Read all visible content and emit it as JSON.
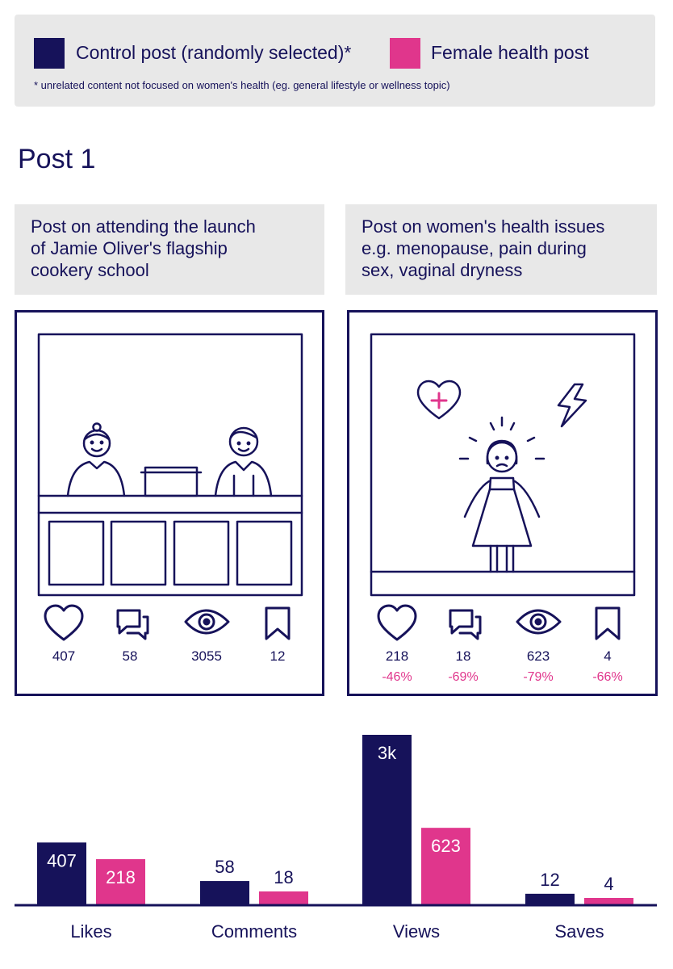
{
  "legend": {
    "control_label": "Control post (randomly selected)*",
    "female_label": "Female health post",
    "footnote": "* unrelated content not focused on women's health (eg. general lifestyle or wellness topic)",
    "control_color": "#16125a",
    "female_color": "#e0368c"
  },
  "post_title": "Post 1",
  "control_card": {
    "description_lines": [
      "Post on attending the launch",
      "of Jamie Oliver's flagship",
      "cookery school"
    ],
    "likes": "407",
    "comments": "58",
    "views": "3055",
    "saves": "12"
  },
  "female_card": {
    "description_lines": [
      "Post on women's health issues",
      "e.g. menopause, pain during",
      "sex, vaginal dryness"
    ],
    "likes": "218",
    "comments": "18",
    "views": "623",
    "saves": "4",
    "likes_change": "-46%",
    "comments_change": "-69%",
    "views_change": "-79%",
    "saves_change": "-66%"
  },
  "icons": [
    "heart-icon",
    "comment-icon",
    "eye-icon",
    "bookmark-icon"
  ],
  "chart_data": {
    "type": "bar",
    "categories": [
      "Likes",
      "Comments",
      "Views",
      "Saves"
    ],
    "series": [
      {
        "name": "Control post (randomly selected)*",
        "values": [
          407,
          58,
          3055,
          12
        ],
        "labels": [
          "407",
          "58",
          "3k",
          "12"
        ],
        "color": "#16125a"
      },
      {
        "name": "Female health post",
        "values": [
          218,
          18,
          623,
          4
        ],
        "labels": [
          "218",
          "18",
          "623",
          "4"
        ],
        "color": "#e0368c"
      }
    ],
    "title": "",
    "xlabel": "",
    "ylabel": "",
    "grid": false,
    "legend": "top"
  }
}
